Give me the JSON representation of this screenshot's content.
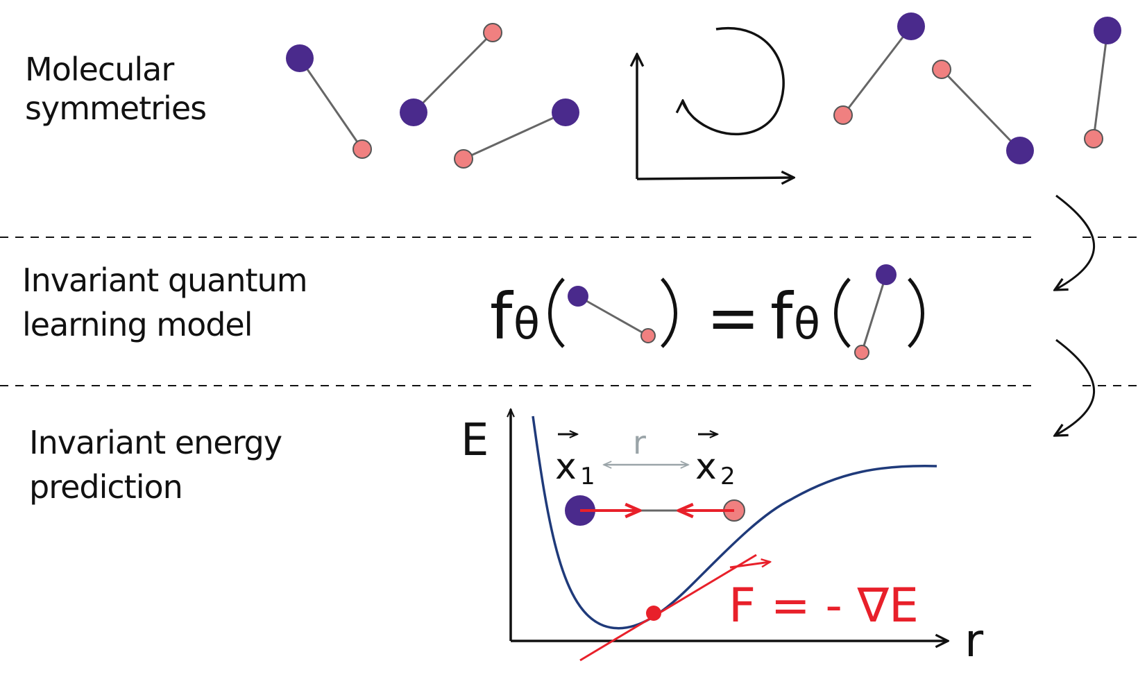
{
  "sections": [
    {
      "id": "symmetries",
      "lines": [
        "Molecular",
        "symmetries"
      ]
    },
    {
      "id": "model",
      "lines": [
        "Invariant quantum",
        "learning model"
      ]
    },
    {
      "id": "energy",
      "lines": [
        "Invariant energy",
        "prediction"
      ]
    }
  ],
  "equation": {
    "lhs_fn": "f",
    "lhs_param": "θ",
    "equals": "=",
    "rhs_fn": "f",
    "rhs_param": "θ"
  },
  "plot": {
    "y_axis_label": "E",
    "x_axis_label": "r",
    "x1_label": "x",
    "x1_sub": "1",
    "x2_label": "x",
    "x2_sub": "2",
    "distance_label": "r",
    "force_label": "F = - ∇E"
  },
  "colors": {
    "atom_heavy": "#4a2a8c",
    "atom_light": "#f08080",
    "bond": "#666666",
    "curve": "#1f3a7a",
    "force": "#e8202a",
    "ink": "#111111",
    "faint": "#9aa4a8"
  }
}
